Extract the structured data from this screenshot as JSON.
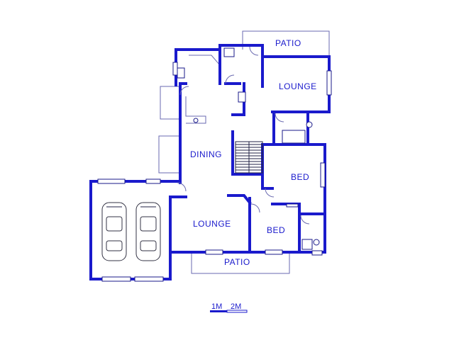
{
  "rooms": {
    "patio_top": "PATIO",
    "lounge_top": "LOUNGE",
    "dining": "DINING",
    "bed_right": "BED",
    "lounge_bottom": "LOUNGE",
    "bed_bottom": "BED",
    "patio_bottom": "PATIO"
  },
  "scale_bar": {
    "label_1": "1M",
    "label_2": "2M"
  },
  "colors": {
    "walls": "#1a1acc",
    "outline": "#6a6ab0"
  }
}
